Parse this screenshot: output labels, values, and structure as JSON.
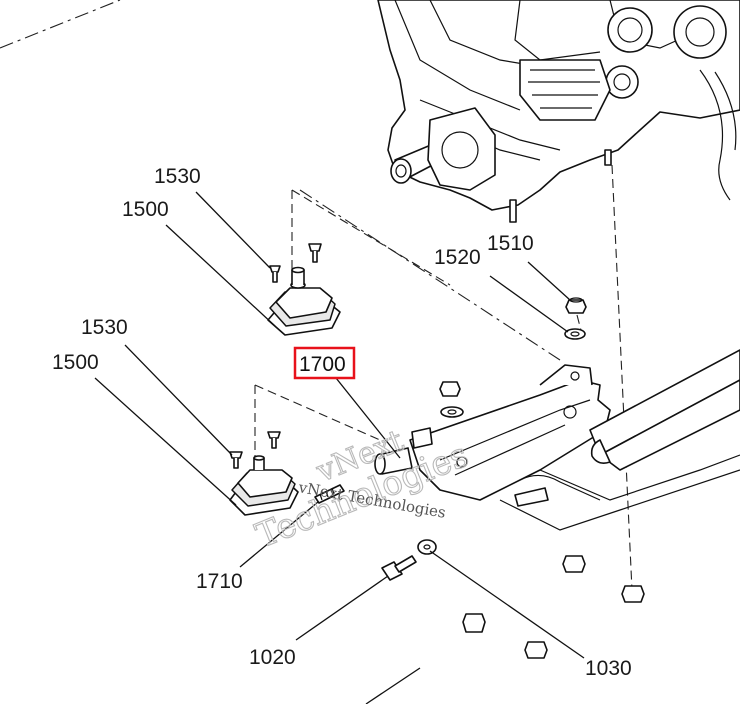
{
  "callouts": {
    "c1530a": "1530",
    "c1500a": "1500",
    "c1520": "1520",
    "c1510": "1510",
    "c1530b": "1530",
    "c1500b": "1500",
    "c1700": "1700",
    "c1710": "1710",
    "c1020": "1020",
    "c1030": "1030"
  },
  "watermark": {
    "line1": "vNext Technologies",
    "line2": "Technologies",
    "line3": "vNext"
  },
  "highlight_color": "#e8121b"
}
